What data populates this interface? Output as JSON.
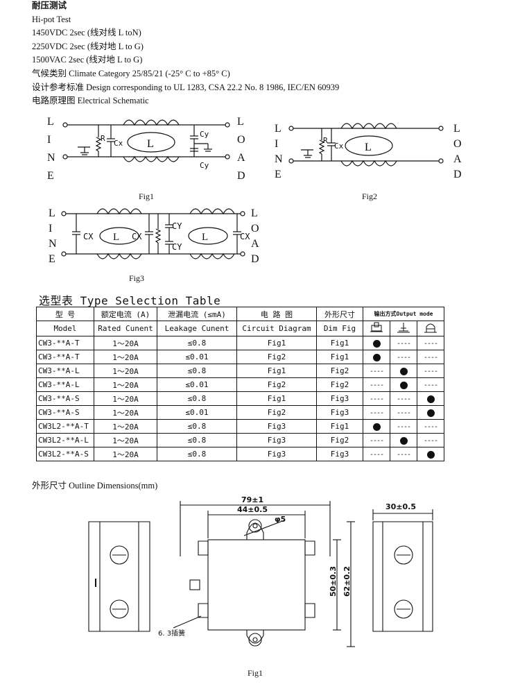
{
  "hipot": {
    "heading_cn": "耐压测试",
    "heading_en": "Hi-pot Test",
    "lines": [
      "1450VDC 2sec (线对线 L toN)",
      "2250VDC 2sec (线对地 L to G)",
      "1500VAC 2sec (线对地 L to G)"
    ]
  },
  "climate": "气候类别  Climate Category 25/85/21 (-25°  C to +85°  C)",
  "design": "设计参考标准  Design corresponding to UL 1283, CSA 22.2 No. 8 1986, IEC/EN 60939",
  "schematic_title": "电路原理图  Electrical Schematic",
  "schematics": {
    "line_letters": [
      "L",
      "I",
      "N",
      "E"
    ],
    "load_letters": [
      "L",
      "O",
      "A",
      "D"
    ],
    "fig1": "Fig1",
    "fig2": "Fig2",
    "fig3": "Fig3",
    "labels": {
      "r": "R",
      "cx": "Cx",
      "l": "L",
      "cy": "Cy",
      "cx_upper": "CX",
      "cy_upper": "CY"
    }
  },
  "table": {
    "title": "选型表 Type Selection Table",
    "header_cn": [
      "型      号",
      "额定电流 (A)",
      "泄漏电流 (≤mA)",
      "电   路   图",
      "外形尺寸",
      "输出方式Output mode"
    ],
    "header_en": [
      "Model",
      "Rated Cunent",
      "Leakage Cunent",
      "Circuit Diagram",
      "Dim Fig"
    ],
    "rows": [
      {
        "model": "CW3-**A-T",
        "current": "1～20A",
        "leak": "≤0.8",
        "circuit": "Fig1",
        "dim": "Fig1",
        "modes": [
          "dot",
          "dash",
          "dash"
        ]
      },
      {
        "model": "CW3-**A-T",
        "current": "1～20A",
        "leak": "≤0.01",
        "circuit": "Fig2",
        "dim": "Fig1",
        "modes": [
          "dot",
          "dash",
          "dash"
        ]
      },
      {
        "model": "CW3-**A-L",
        "current": "1～20A",
        "leak": "≤0.8",
        "circuit": "Fig1",
        "dim": "Fig2",
        "modes": [
          "dash",
          "dot",
          "dash"
        ]
      },
      {
        "model": "CW3-**A-L",
        "current": "1～20A",
        "leak": "≤0.01",
        "circuit": "Fig2",
        "dim": "Fig2",
        "modes": [
          "dash",
          "dot",
          "dash"
        ]
      },
      {
        "model": "CW3-**A-S",
        "current": "1～20A",
        "leak": "≤0.8",
        "circuit": "Fig1",
        "dim": "Fig3",
        "modes": [
          "dash",
          "dash",
          "dot"
        ]
      },
      {
        "model": "CW3-**A-S",
        "current": "1～20A",
        "leak": "≤0.01",
        "circuit": "Fig2",
        "dim": "Fig3",
        "modes": [
          "dash",
          "dash",
          "dot"
        ]
      },
      {
        "model": "CW3L2-**A-T",
        "current": "1～20A",
        "leak": "≤0.8",
        "circuit": "Fig3",
        "dim": "Fig1",
        "modes": [
          "dot",
          "dash",
          "dash"
        ]
      },
      {
        "model": "CW3L2-**A-L",
        "current": "1～20A",
        "leak": "≤0.8",
        "circuit": "Fig3",
        "dim": "Fig2",
        "modes": [
          "dash",
          "dot",
          "dash"
        ]
      },
      {
        "model": "CW3L2-**A-S",
        "current": "1～20A",
        "leak": "≤0.8",
        "circuit": "Fig3",
        "dim": "Fig3",
        "modes": [
          "dash",
          "dash",
          "dot"
        ]
      }
    ]
  },
  "outline": {
    "title": "外形尺寸  Outline Dimensions(mm)",
    "dims": {
      "overall": "79±1",
      "inner": "44±0.5",
      "hole": "φ5",
      "height1": "50±0.3",
      "height2": "62±0.2",
      "depth": "30±0.5",
      "tab": "6. 3插簧"
    },
    "fig": "Fig1"
  }
}
